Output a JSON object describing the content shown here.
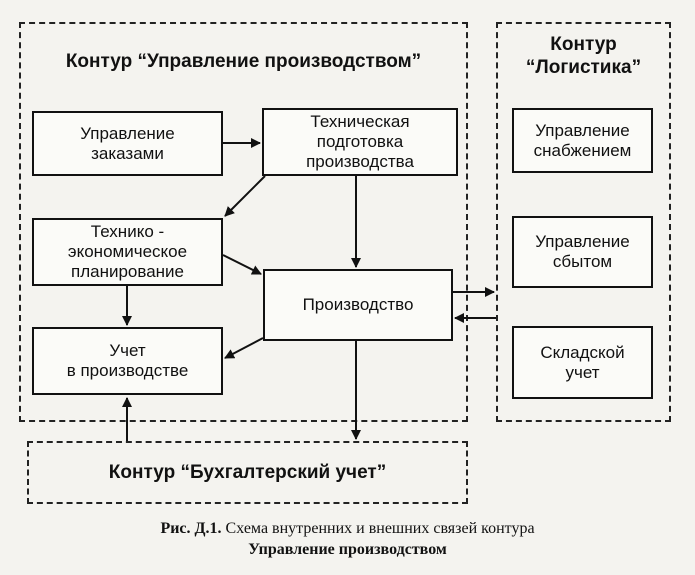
{
  "contours": {
    "production": "Контур “Управление производством”",
    "logistics": "Контур\n“Логистика”",
    "accounting": "Контур “Бухгалтерский учет”"
  },
  "blocks": {
    "orders": "Управление\nзаказами",
    "tech_prep": "Техническая\nподготовка\nпроизводства",
    "planning": "Технико -\nэкономическое\nпланирование",
    "production": "Производство",
    "accounting": "Учет\nв производстве",
    "supply": "Управление\nснабжением",
    "sales": "Управление\nсбытом",
    "warehouse": "Складской\nучет"
  },
  "caption": {
    "label": "Рис. Д.1.",
    "text": " Схема внутренних и внешних связей контура",
    "subtitle": "Управление производством"
  }
}
